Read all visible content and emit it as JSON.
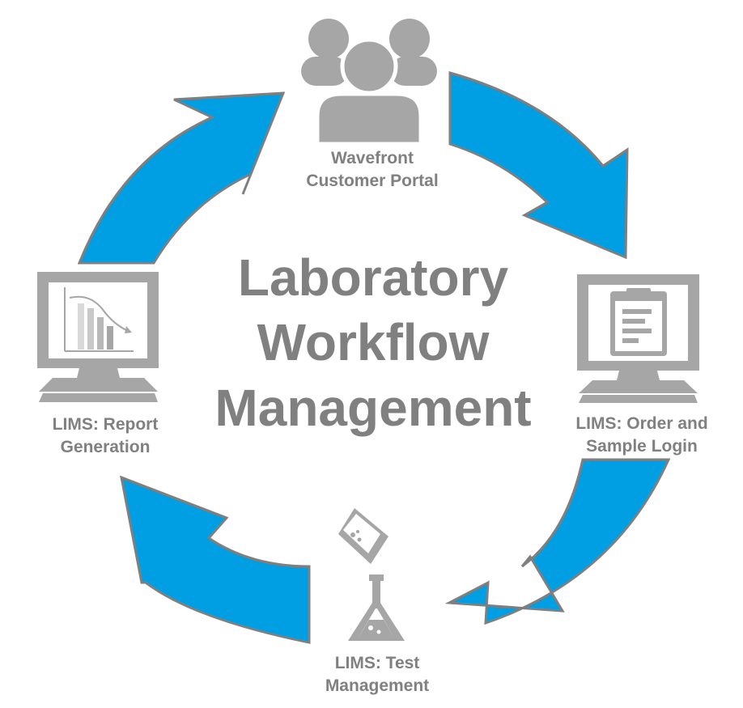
{
  "title": {
    "lines": [
      "Laboratory",
      "Workflow",
      "Management"
    ]
  },
  "nodes": {
    "portal": {
      "lines": [
        "Wavefront",
        "Customer Portal"
      ],
      "icon": "people-group-icon"
    },
    "order": {
      "lines": [
        "LIMS: Order and",
        "Sample Login"
      ],
      "icon": "clipboard-monitor-icon"
    },
    "test": {
      "lines": [
        "LIMS: Test",
        "Management"
      ],
      "icon": "flask-icon"
    },
    "report": {
      "lines": [
        "LIMS: Report",
        "Generation"
      ],
      "icon": "chart-monitor-icon"
    }
  },
  "colors": {
    "arrow_fill": "#009FE3",
    "arrow_stroke": "#7F7F7F",
    "icon_gray": "#A6A6A6",
    "text_gray": "#808080"
  }
}
